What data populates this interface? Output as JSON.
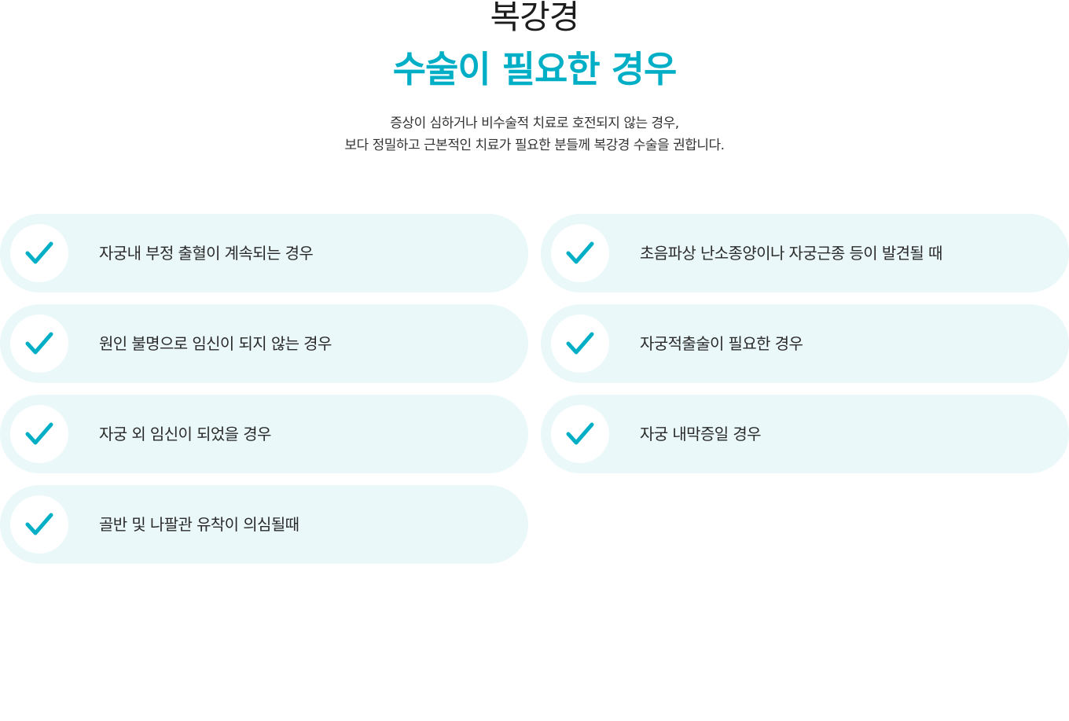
{
  "header": {
    "title": "복강경",
    "subtitle": "수술이 필요한 경우",
    "description_lines": [
      "증상이 심하거나 비수술적 치료로 호전되지 않는 경우,",
      "보다 정밀하고 근본적인 치료가 필요한 분들께 복강경 수술을 권합니다."
    ]
  },
  "colors": {
    "accent": "#00afc6",
    "item_background": "#eaf8f9",
    "check_circle": "#ffffff"
  },
  "items": [
    {
      "icon": "check-icon",
      "label": "자궁내 부정 출혈이 계속되는 경우"
    },
    {
      "icon": "check-icon",
      "label": "초음파상 난소종양이나 자궁근종 등이 발견될 때"
    },
    {
      "icon": "check-icon",
      "label": "원인 불명으로 임신이 되지 않는 경우"
    },
    {
      "icon": "check-icon",
      "label": "자궁적출술이 필요한 경우"
    },
    {
      "icon": "check-icon",
      "label": "자궁 외 임신이 되었을 경우"
    },
    {
      "icon": "check-icon",
      "label": "자궁 내막증일 경우"
    },
    {
      "icon": "check-icon",
      "label": "골반 및 나팔관 유착이 의심될때"
    }
  ]
}
